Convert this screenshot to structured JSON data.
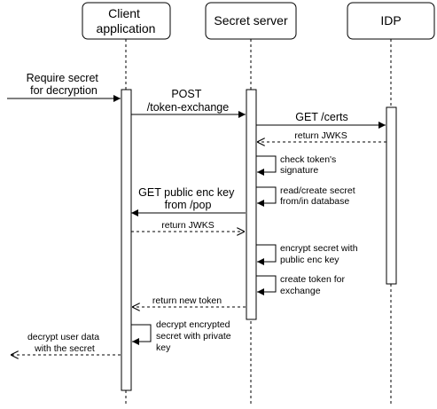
{
  "actors": [
    {
      "id": "client",
      "lines": [
        "Client",
        "application"
      ]
    },
    {
      "id": "server",
      "lines": [
        "Secret server"
      ]
    },
    {
      "id": "idp",
      "lines": [
        "IDP"
      ]
    }
  ],
  "messages": [
    {
      "id": "require-secret",
      "lines": [
        "Require secret",
        "for decryption"
      ]
    },
    {
      "id": "post-token-exchange",
      "lines": [
        "POST",
        "/token-exchange"
      ]
    },
    {
      "id": "get-certs",
      "lines": [
        "GET /certs"
      ]
    },
    {
      "id": "return-jwks-idp",
      "lines": [
        "return JWKS"
      ]
    },
    {
      "id": "check-signature",
      "lines": [
        "check token's",
        "signature"
      ]
    },
    {
      "id": "read-create-secret",
      "lines": [
        "read/create secret",
        "from/in database"
      ]
    },
    {
      "id": "get-public-enc-key",
      "lines": [
        "GET public enc key",
        "from /pop"
      ]
    },
    {
      "id": "return-jwks-client",
      "lines": [
        "return JWKS"
      ]
    },
    {
      "id": "encrypt-secret",
      "lines": [
        "encrypt secret with",
        "public enc key"
      ]
    },
    {
      "id": "create-token",
      "lines": [
        "create token for",
        "exchange"
      ]
    },
    {
      "id": "return-new-token",
      "lines": [
        "return new token"
      ]
    },
    {
      "id": "decrypt-secret",
      "lines": [
        "decrypt encrypted",
        "secret with private",
        "key"
      ]
    },
    {
      "id": "decrypt-user-data",
      "lines": [
        "decrypt user data",
        "with the secret"
      ]
    }
  ]
}
